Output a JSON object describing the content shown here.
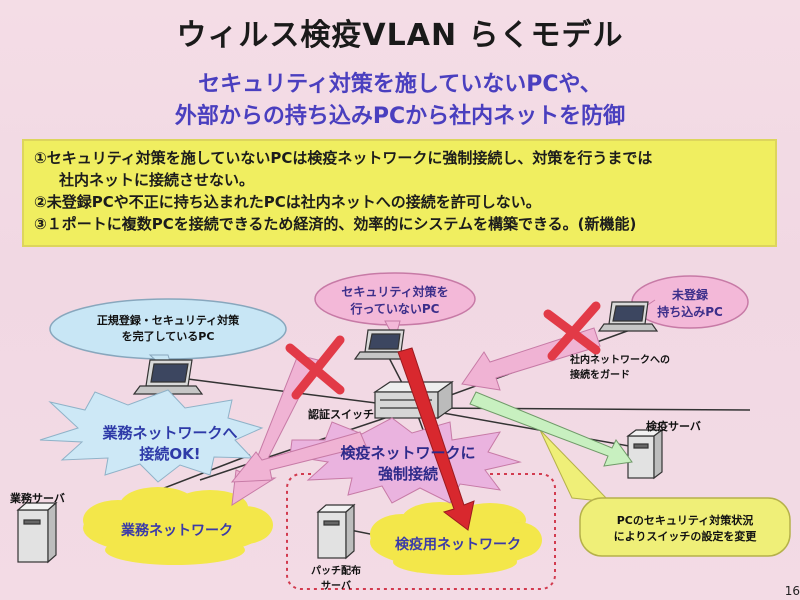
{
  "title": "ウィルス検疫VLAN らくモデル",
  "subtitle_line1": "セキュリティ対策を施していないPCや、",
  "subtitle_line2": "外部からの持ち込みPCから社内ネットを防御",
  "notes": [
    "①セキュリティ対策を施していないPCは検疫ネットワークに強制接続し、対策を行うまでは",
    "社内ネットに接続させない。",
    "②未登録PCや不正に持ち込まれたPCは社内ネットへの接続を許可しない。",
    "③１ポートに複数PCを接続できるため経済的、効率的にシステムを構築できる。(新機能)"
  ],
  "diagram": {
    "callout_registered": [
      "正規登録・セキュリティ対策",
      "を完了しているPC"
    ],
    "callout_unsecured": [
      "セキュリティ対策を",
      "行っていないPC"
    ],
    "callout_unregistered": [
      "未登録",
      "持ち込みPC"
    ],
    "guard_label": [
      "社内ネットワークへの",
      "接続をガード"
    ],
    "auth_switch_label": "認証スイッチ",
    "quarantine_server_label": "検疫サーバ",
    "business_server_label": "業務サーバ",
    "patch_server_label": [
      "パッチ配布",
      "サーバ"
    ],
    "burst_business": [
      "業務ネットワークへ",
      "接続OK!"
    ],
    "burst_quarantine": [
      "検疫ネットワークに",
      "強制接続"
    ],
    "cloud_business": "業務ネットワーク",
    "cloud_quarantine": "検疫用ネットワーク",
    "callout_switch_setting": [
      "PCのセキュリティ対策状況",
      "によりスイッチの設定を変更"
    ]
  },
  "page_number": "16",
  "colors": {
    "subtitle": "#4a3fbf",
    "note_bg": "#f0ee60",
    "callout_blue": "#c8e6f5",
    "callout_pink": "#f3b8d8",
    "cloud_yellow": "#f3e74a",
    "burst_blue": "#cde8f6",
    "burst_pink": "#eab3df",
    "arrow_pink": "#f0b3d4",
    "arrow_red": "#d8282e",
    "cross_red": "#e23a47",
    "callout_yellow": "#efef78"
  }
}
